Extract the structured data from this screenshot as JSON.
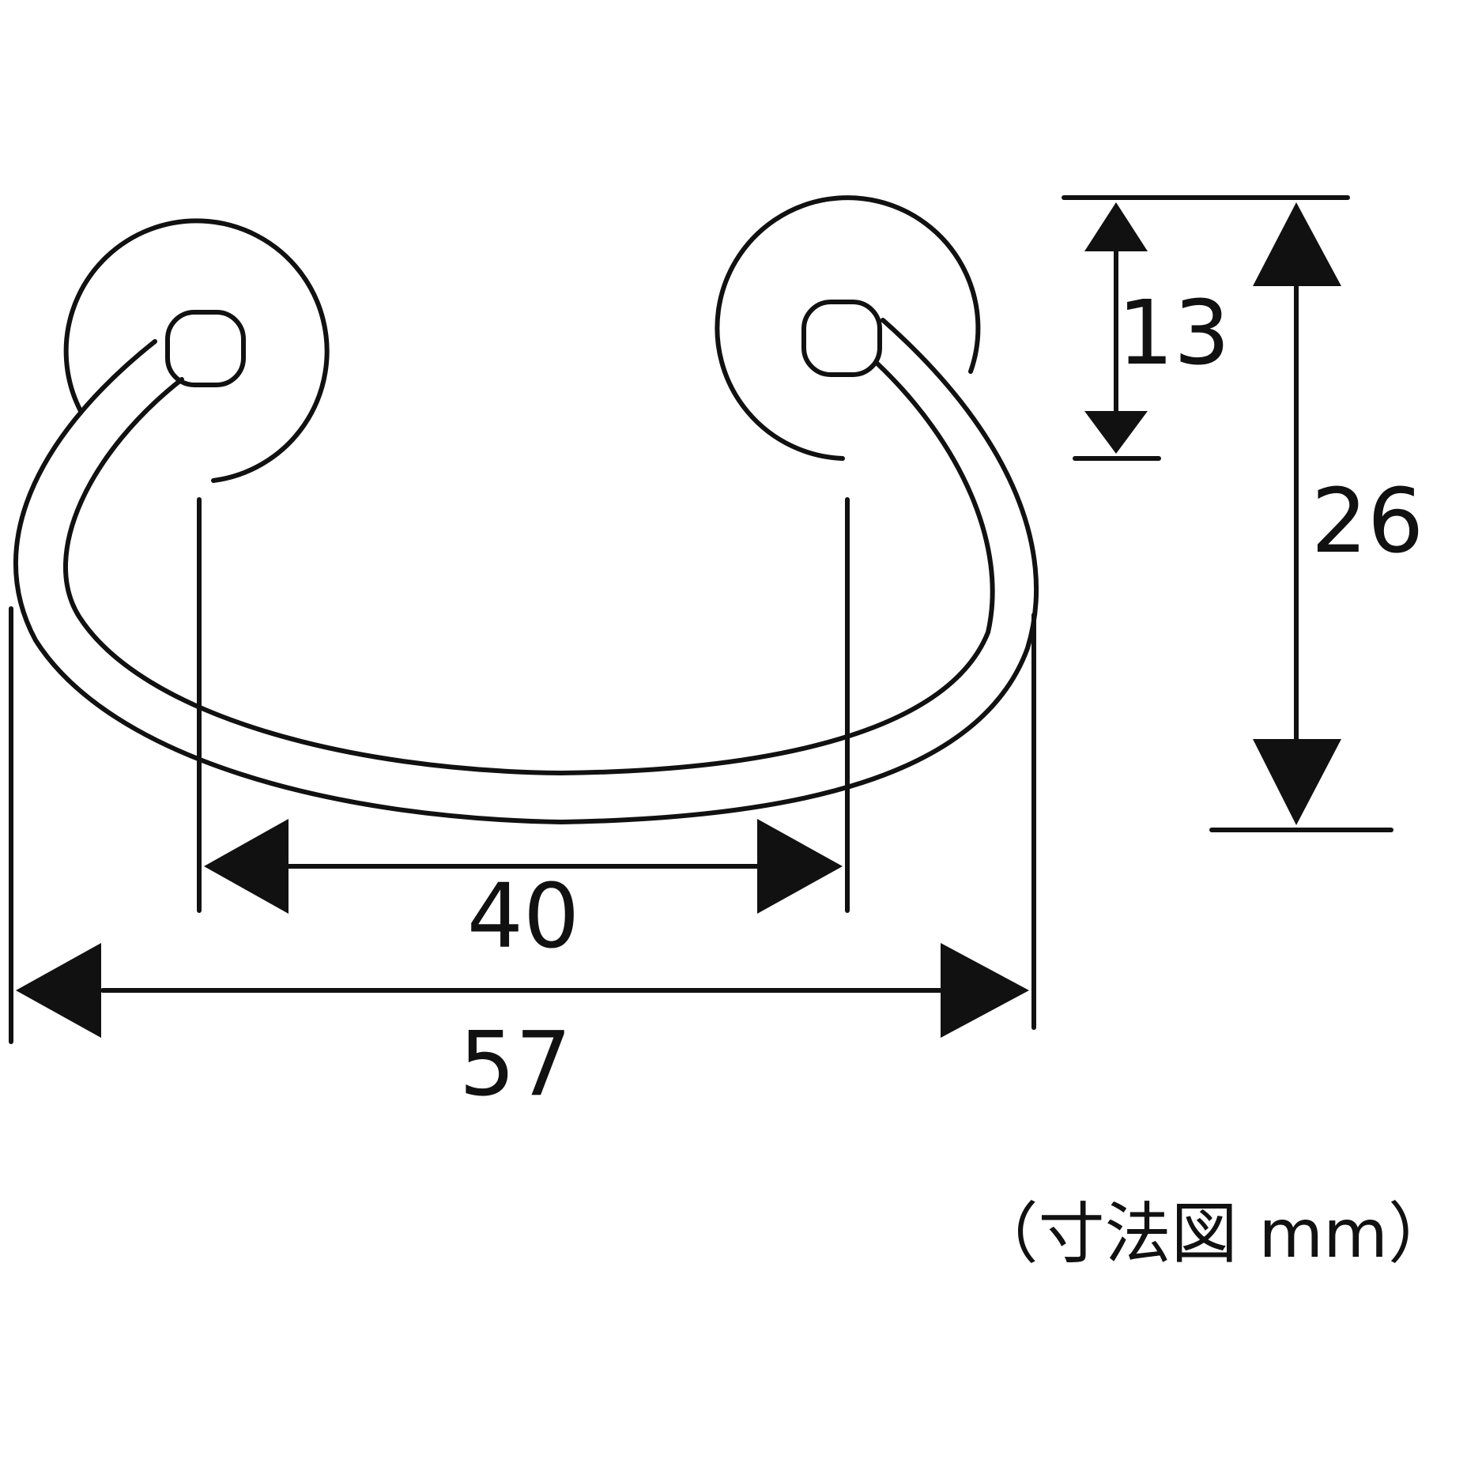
{
  "drawing": {
    "dimensions": {
      "inner_width": "40",
      "outer_width": "57",
      "rosette_diameter": "13",
      "total_height": "26"
    },
    "caption": "（寸法図 mm）",
    "line_color": "#111111",
    "background_color": "#ffffff"
  }
}
